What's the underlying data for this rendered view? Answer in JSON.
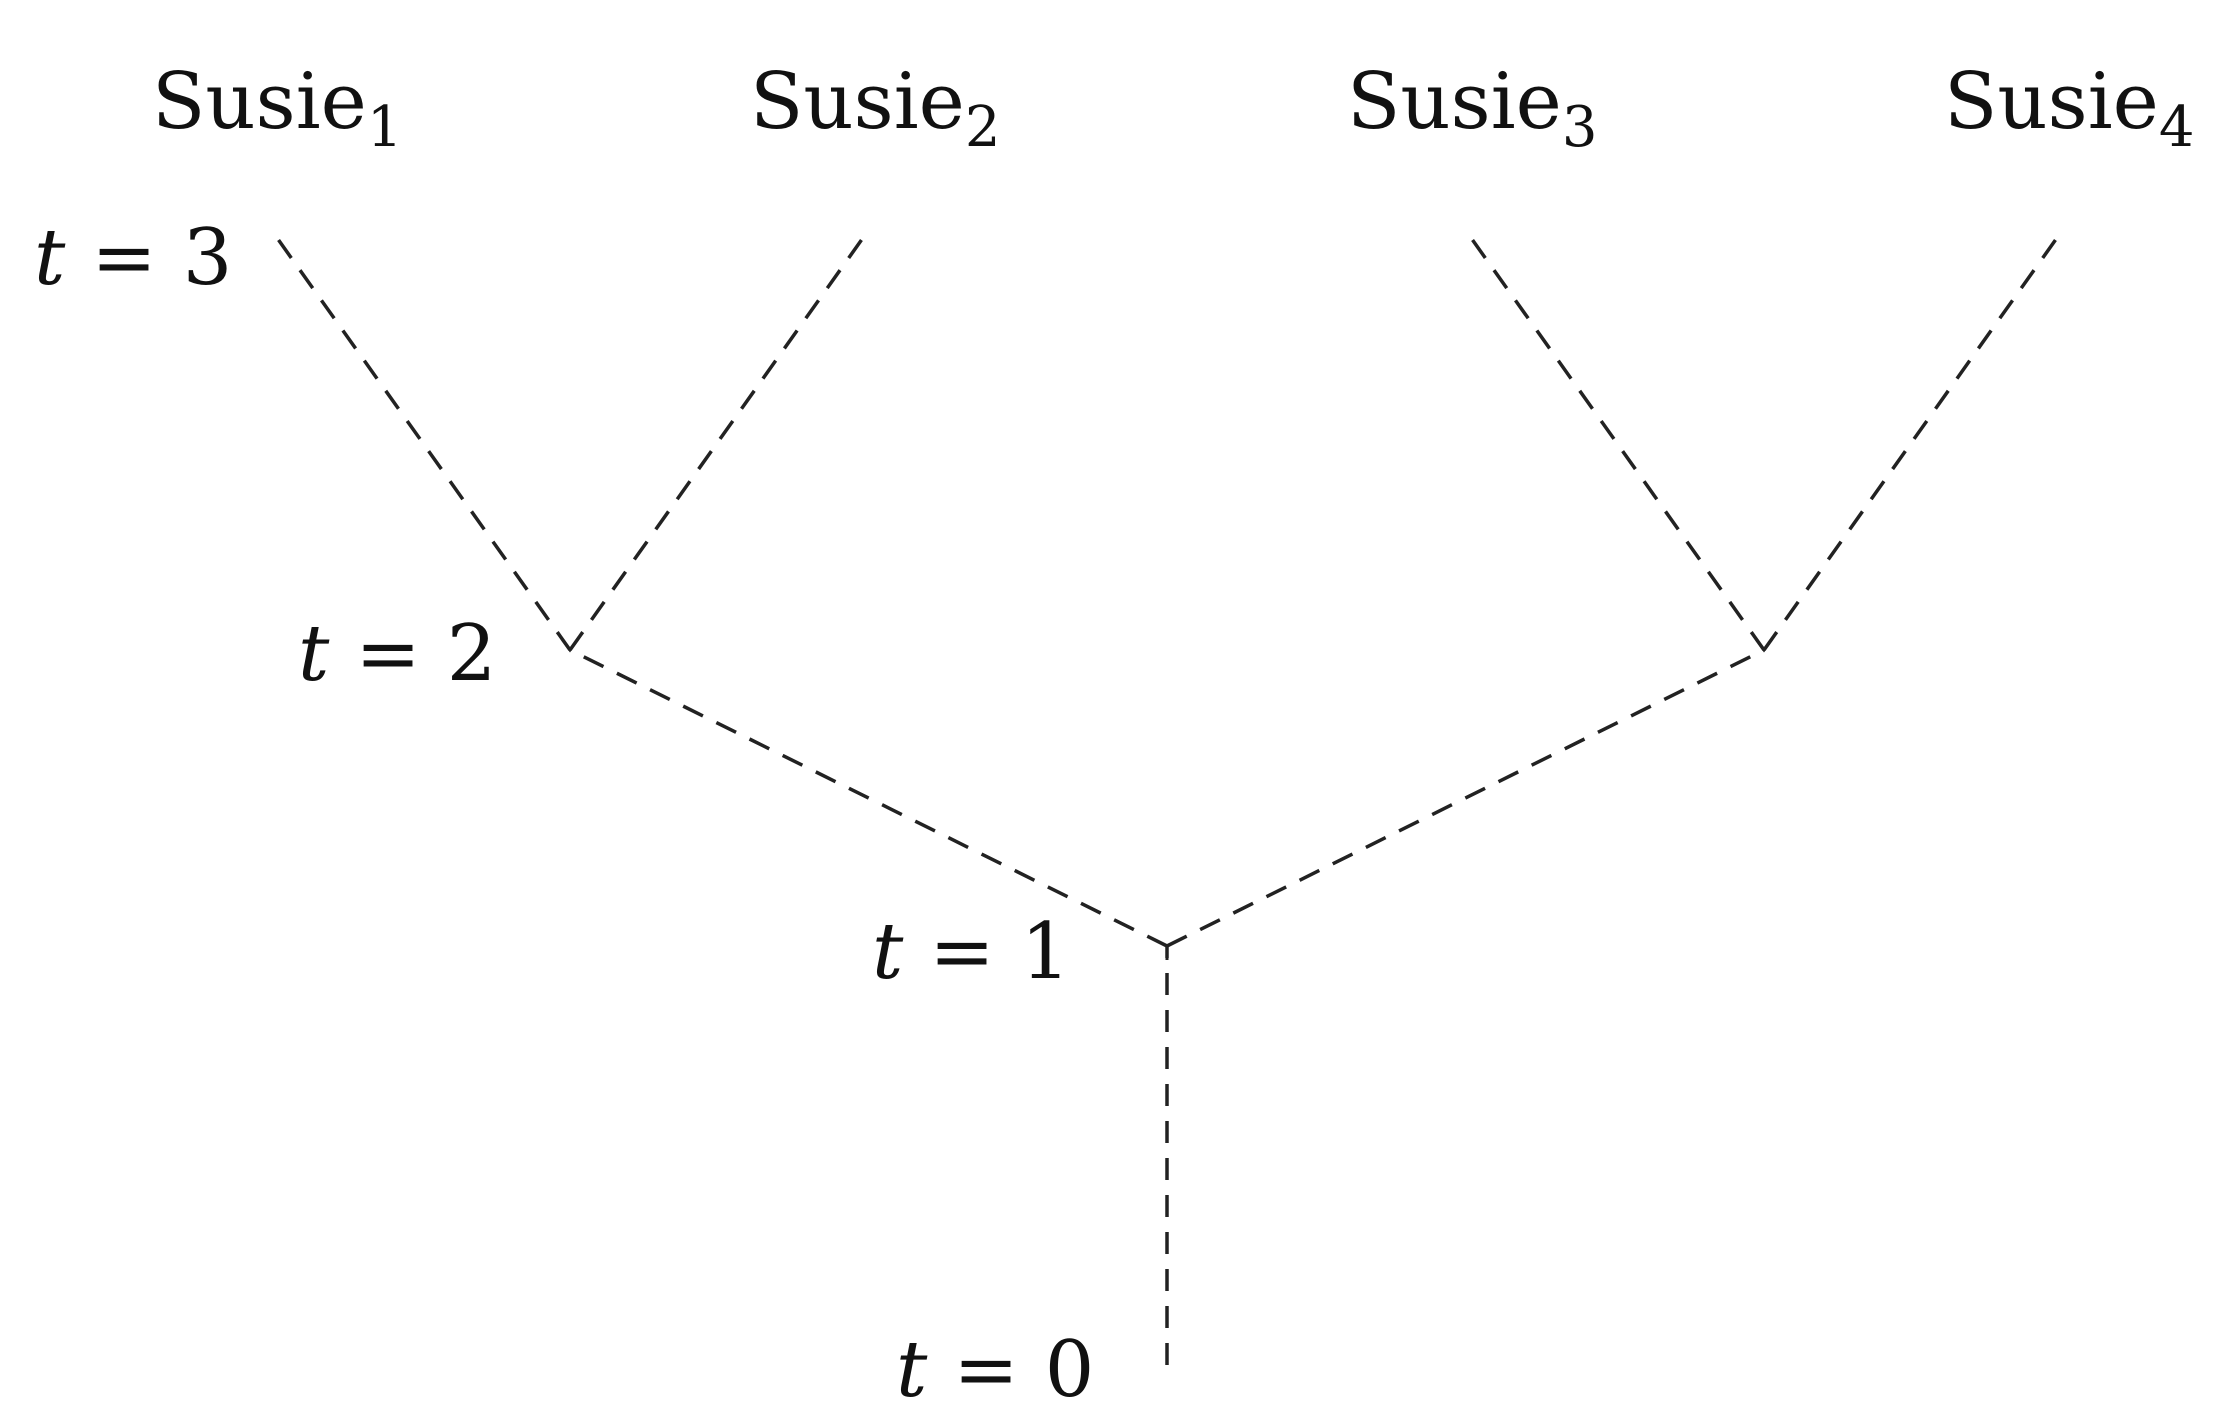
{
  "diagram": {
    "leaves": [
      {
        "name": "Susie",
        "sub": "1"
      },
      {
        "name": "Susie",
        "sub": "2"
      },
      {
        "name": "Susie",
        "sub": "3"
      },
      {
        "name": "Susie",
        "sub": "4"
      }
    ],
    "times": [
      {
        "var": "t",
        "op": "=",
        "value": "3"
      },
      {
        "var": "t",
        "op": "=",
        "value": "2"
      },
      {
        "var": "t",
        "op": "=",
        "value": "1"
      },
      {
        "var": "t",
        "op": "=",
        "value": "0"
      }
    ]
  }
}
